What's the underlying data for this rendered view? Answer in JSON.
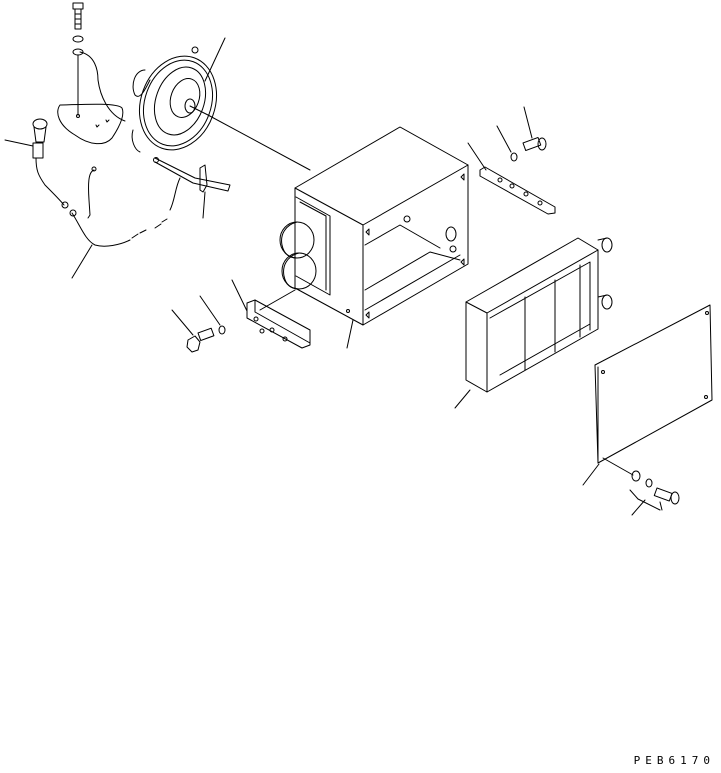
{
  "diagram": {
    "type": "exploded-parts-view",
    "subject": "Heater unit assembly",
    "drawing_code": "PEB6170",
    "parts": [
      {
        "name": "bolt-top"
      },
      {
        "name": "washer-top"
      },
      {
        "name": "blower-motor-fan"
      },
      {
        "name": "gasket-cover"
      },
      {
        "name": "switch-connector"
      },
      {
        "name": "wiring-harness"
      },
      {
        "name": "resistor-bracket"
      },
      {
        "name": "heater-case"
      },
      {
        "name": "bracket-left"
      },
      {
        "name": "bolt-left"
      },
      {
        "name": "washer-left"
      },
      {
        "name": "bracket-right"
      },
      {
        "name": "bolt-right"
      },
      {
        "name": "washer-right"
      },
      {
        "name": "heater-core-radiator"
      },
      {
        "name": "cover-plate"
      },
      {
        "name": "washers-bottom-right"
      },
      {
        "name": "bolt-bottom-right"
      }
    ]
  }
}
